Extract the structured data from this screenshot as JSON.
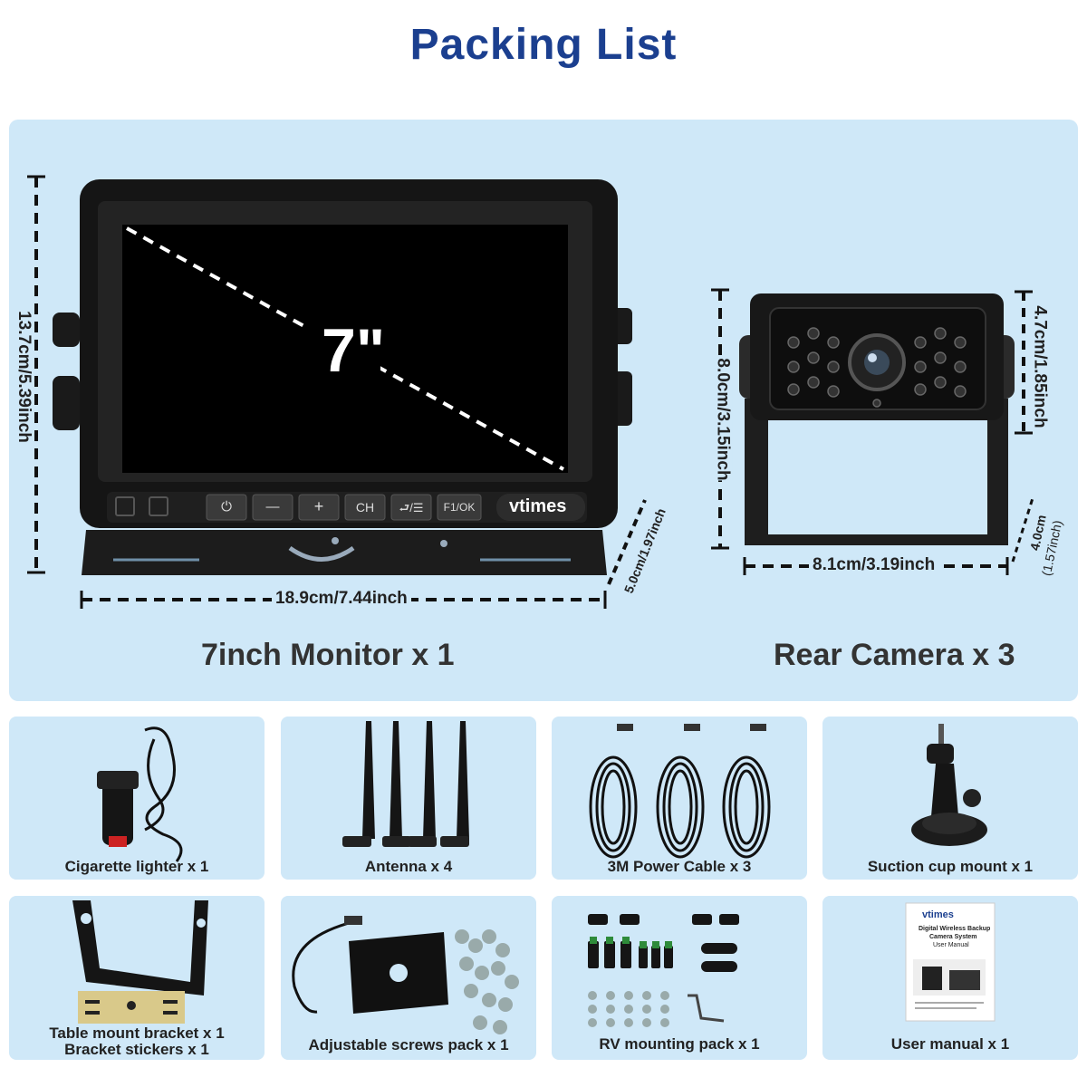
{
  "title": "Packing List",
  "monitor": {
    "screen_size": "7\"",
    "brand": "vtimes",
    "buttons": [
      "⏻",
      "—",
      "+",
      "CH",
      "⮐/☰",
      "F1/OK"
    ],
    "height_dim": "13.7cm/5.39inch",
    "width_dim": "18.9cm/7.44inch",
    "depth_dim": "5.0cm/1.97inch",
    "caption": "7inch Monitor x 1"
  },
  "camera": {
    "height_dim": "8.0cm/3.15inch",
    "head_height_dim": "4.7cm/1.85inch",
    "width_dim": "8.1cm/3.19inch",
    "depth_dim_cm": "4.0cm",
    "depth_dim_inch": "(1.57inch)",
    "caption": "Rear Camera x 3"
  },
  "items": [
    {
      "label": "Cigarette lighter x 1",
      "icon": "cigarette-lighter-icon"
    },
    {
      "label": "Antenna x 4",
      "icon": "antenna-icon"
    },
    {
      "label": "3M Power Cable x 3",
      "icon": "power-cable-icon"
    },
    {
      "label": "Suction cup mount x 1",
      "icon": "suction-cup-icon"
    },
    {
      "label": "Table mount bracket x 1",
      "label2": "Bracket stickers x 1",
      "icon": "bracket-icon"
    },
    {
      "label": "Adjustable screws pack x 1",
      "icon": "screws-pack-icon"
    },
    {
      "label": "RV mounting pack x 1",
      "icon": "rv-mount-icon"
    },
    {
      "label": "User manual x 1",
      "icon": "manual-icon"
    }
  ],
  "manual": {
    "brand": "vtimes",
    "title_line1": "Digital Wireless Backup",
    "title_line2": "Camera System",
    "subtitle": "User Manual"
  },
  "colors": {
    "title": "#1b3f8f",
    "panel": "#cfe8f8"
  }
}
